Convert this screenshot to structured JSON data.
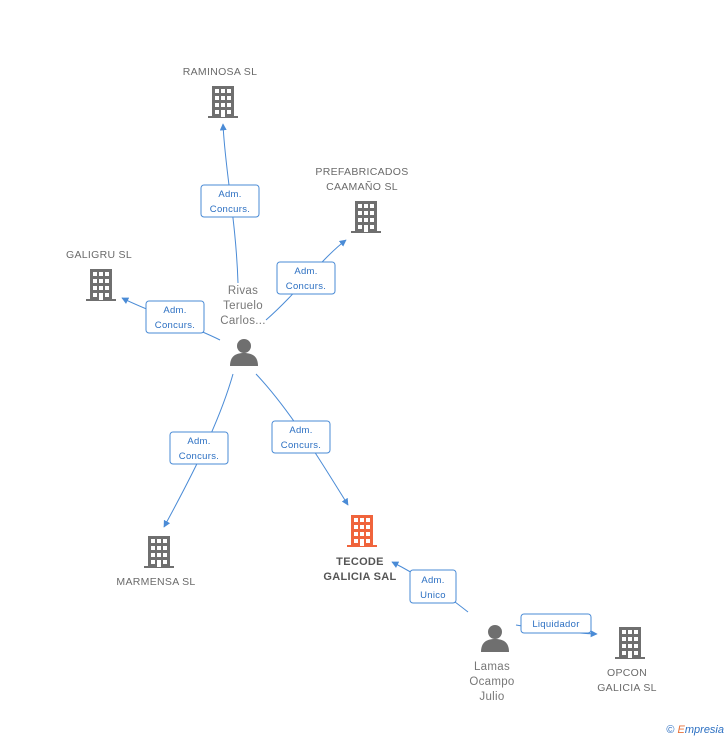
{
  "colors": {
    "edge": "#4a8bd6",
    "building": "#6f6f6f",
    "building_focus": "#f0643c",
    "person": "#6f6f6f"
  },
  "companies": {
    "raminosa": {
      "lines": [
        "RAMINOSA SL"
      ],
      "icon": "building-icon"
    },
    "prefabricados": {
      "lines": [
        "PREFABRICADOS",
        "CAAMAÑO SL"
      ],
      "icon": "building-icon"
    },
    "galigru": {
      "lines": [
        "GALIGRU SL"
      ],
      "icon": "building-icon"
    },
    "marmensa": {
      "lines": [
        "MARMENSA SL"
      ],
      "icon": "building-icon"
    },
    "tecode": {
      "lines": [
        "TECODE",
        "GALICIA SAL"
      ],
      "icon": "building-icon",
      "highlight": true
    },
    "opcon": {
      "lines": [
        "OPCON",
        "GALICIA  SL"
      ],
      "icon": "building-icon"
    }
  },
  "people": {
    "rivas": {
      "lines": [
        "Rivas",
        "Teruelo",
        "Carlos..."
      ],
      "icon": "person-icon"
    },
    "lamas": {
      "lines": [
        "Lamas",
        "Ocampo",
        "Julio"
      ],
      "icon": "person-icon"
    }
  },
  "edges": [
    {
      "id": "rivas-raminosa",
      "lines": [
        "Adm.",
        "Concurs."
      ]
    },
    {
      "id": "rivas-prefabricados",
      "lines": [
        "Adm.",
        "Concurs."
      ]
    },
    {
      "id": "rivas-galigru",
      "lines": [
        "Adm.",
        "Concurs."
      ]
    },
    {
      "id": "rivas-marmensa",
      "lines": [
        "Adm.",
        "Concurs."
      ]
    },
    {
      "id": "rivas-tecode",
      "lines": [
        "Adm.",
        "Concurs."
      ]
    },
    {
      "id": "lamas-tecode",
      "lines": [
        "Adm.",
        "Unico"
      ]
    },
    {
      "id": "lamas-opcon",
      "lines": [
        "Liquidador"
      ]
    }
  ],
  "footer": {
    "copyright": "©",
    "brand_initial": "E",
    "brand_rest": "mpresia"
  }
}
